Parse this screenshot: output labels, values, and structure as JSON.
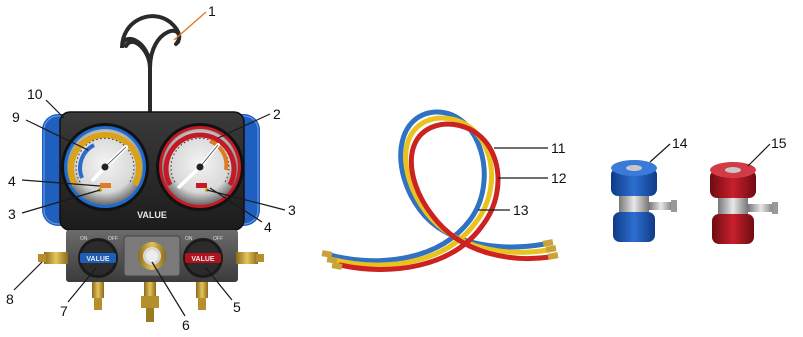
{
  "callouts": {
    "c1": "1",
    "c2": "2",
    "c3a": "3",
    "c3b": "3",
    "c4a": "4",
    "c4b": "4",
    "c5": "5",
    "c6": "6",
    "c7": "7",
    "c8": "8",
    "c9": "9",
    "c10": "10",
    "c11": "11",
    "c12": "12",
    "c13": "13",
    "c14": "14",
    "c15": "15"
  },
  "brand": "VALUE",
  "knob_labels": {
    "on": "ON",
    "off": "OFF"
  },
  "colors": {
    "low_side": "#1d5fb8",
    "high_side": "#b0121e",
    "hose_blue": "#2f72c4",
    "hose_yellow": "#e9c21e",
    "hose_red": "#cc2222",
    "brass": "#c9a33a",
    "callout_leader": "#e07b22"
  }
}
